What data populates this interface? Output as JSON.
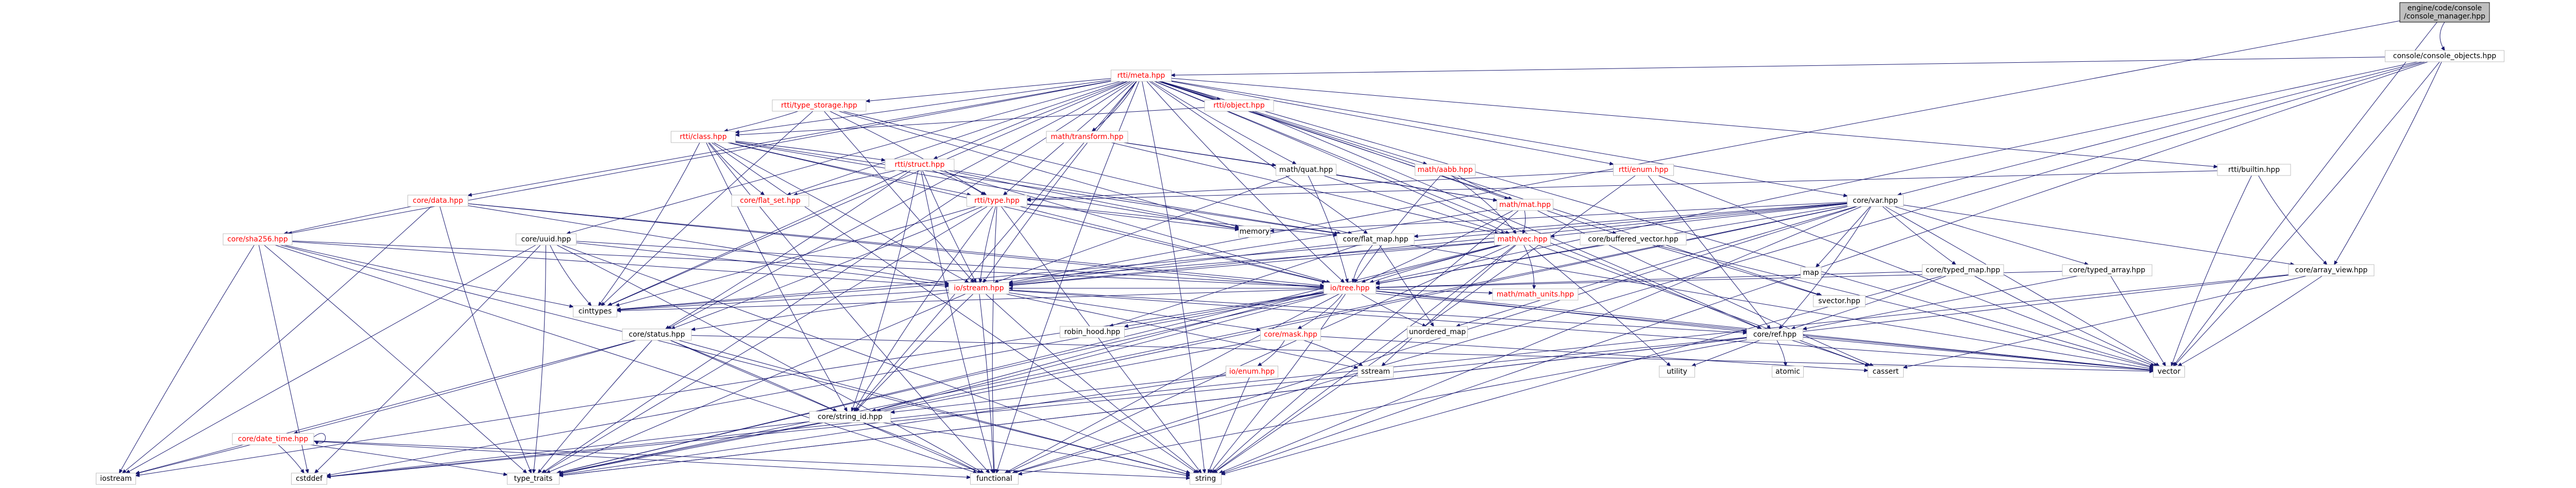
{
  "diagram": {
    "colors": {
      "edge": "#191970",
      "node_fill": "#ffffff",
      "node_stroke": "#bfbfbf",
      "root_fill": "#bfbfbf",
      "root_stroke": "#000000",
      "red_label": "#ff0000",
      "black_label": "#000000"
    },
    "nodes": [
      {
        "id": "root",
        "label": [
          "engine/code/console",
          "/console_manager.hpp"
        ],
        "kind": "root"
      },
      {
        "id": "console_objects",
        "label": [
          "console/console_objects.hpp"
        ],
        "kind": "black"
      },
      {
        "id": "rtti_meta",
        "label": [
          "rtti/meta.hpp"
        ],
        "kind": "red"
      },
      {
        "id": "type_storage",
        "label": [
          "rtti/type_storage.hpp"
        ],
        "kind": "red"
      },
      {
        "id": "rtti_object",
        "label": [
          "rtti/object.hpp"
        ],
        "kind": "red"
      },
      {
        "id": "rtti_class",
        "label": [
          "rtti/class.hpp"
        ],
        "kind": "red"
      },
      {
        "id": "math_transform",
        "label": [
          "math/transform.hpp"
        ],
        "kind": "red"
      },
      {
        "id": "rtti_struct",
        "label": [
          "rtti/struct.hpp"
        ],
        "kind": "red"
      },
      {
        "id": "math_quat",
        "label": [
          "math/quat.hpp"
        ],
        "kind": "black"
      },
      {
        "id": "math_aabb",
        "label": [
          "math/aabb.hpp"
        ],
        "kind": "red"
      },
      {
        "id": "rtti_enum",
        "label": [
          "rtti/enum.hpp"
        ],
        "kind": "red"
      },
      {
        "id": "rtti_builtin",
        "label": [
          "rtti/builtin.hpp"
        ],
        "kind": "black"
      },
      {
        "id": "core_data",
        "label": [
          "core/data.hpp"
        ],
        "kind": "red"
      },
      {
        "id": "core_flat_set",
        "label": [
          "core/flat_set.hpp"
        ],
        "kind": "red"
      },
      {
        "id": "rtti_type",
        "label": [
          "rtti/type.hpp"
        ],
        "kind": "red"
      },
      {
        "id": "math_mat",
        "label": [
          "math/mat.hpp"
        ],
        "kind": "red"
      },
      {
        "id": "core_var",
        "label": [
          "core/var.hpp"
        ],
        "kind": "black"
      },
      {
        "id": "core_sha256",
        "label": [
          "core/sha256.hpp"
        ],
        "kind": "red"
      },
      {
        "id": "core_uuid",
        "label": [
          "core/uuid.hpp"
        ],
        "kind": "black"
      },
      {
        "id": "memory",
        "label": [
          "memory"
        ],
        "kind": "black"
      },
      {
        "id": "core_flat_map",
        "label": [
          "core/flat_map.hpp"
        ],
        "kind": "black"
      },
      {
        "id": "math_vec",
        "label": [
          "math/vec.hpp"
        ],
        "kind": "red"
      },
      {
        "id": "core_buffered_vector",
        "label": [
          "core/buffered_vector.hpp"
        ],
        "kind": "black"
      },
      {
        "id": "map",
        "label": [
          "map"
        ],
        "kind": "black"
      },
      {
        "id": "core_typed_map",
        "label": [
          "core/typed_map.hpp"
        ],
        "kind": "black"
      },
      {
        "id": "core_typed_array",
        "label": [
          "core/typed_array.hpp"
        ],
        "kind": "black"
      },
      {
        "id": "core_array_view",
        "label": [
          "core/array_view.hpp"
        ],
        "kind": "black"
      },
      {
        "id": "io_stream",
        "label": [
          "io/stream.hpp"
        ],
        "kind": "red"
      },
      {
        "id": "io_tree",
        "label": [
          "io/tree.hpp"
        ],
        "kind": "red"
      },
      {
        "id": "math_math_units",
        "label": [
          "math/math_units.hpp"
        ],
        "kind": "red"
      },
      {
        "id": "svector",
        "label": [
          "svector.hpp"
        ],
        "kind": "black"
      },
      {
        "id": "cinttypes",
        "label": [
          "cinttypes"
        ],
        "kind": "black"
      },
      {
        "id": "core_status",
        "label": [
          "core/status.hpp"
        ],
        "kind": "black"
      },
      {
        "id": "robin_hood",
        "label": [
          "robin_hood.hpp"
        ],
        "kind": "black"
      },
      {
        "id": "unordered_map",
        "label": [
          "unordered_map"
        ],
        "kind": "black"
      },
      {
        "id": "core_mask",
        "label": [
          "core/mask.hpp"
        ],
        "kind": "red"
      },
      {
        "id": "core_ref",
        "label": [
          "core/ref.hpp"
        ],
        "kind": "black"
      },
      {
        "id": "vector",
        "label": [
          "vector"
        ],
        "kind": "black"
      },
      {
        "id": "utility",
        "label": [
          "utility"
        ],
        "kind": "black"
      },
      {
        "id": "atomic",
        "label": [
          "atomic"
        ],
        "kind": "black"
      },
      {
        "id": "cassert",
        "label": [
          "cassert"
        ],
        "kind": "black"
      },
      {
        "id": "sstream",
        "label": [
          "sstream"
        ],
        "kind": "black"
      },
      {
        "id": "io_enum",
        "label": [
          "io/enum.hpp"
        ],
        "kind": "red"
      },
      {
        "id": "core_string_id",
        "label": [
          "core/string_id.hpp"
        ],
        "kind": "black"
      },
      {
        "id": "core_date_time",
        "label": [
          "core/date_time.hpp"
        ],
        "kind": "red"
      },
      {
        "id": "iostream",
        "label": [
          "iostream"
        ],
        "kind": "black"
      },
      {
        "id": "cstddef",
        "label": [
          "cstddef"
        ],
        "kind": "black"
      },
      {
        "id": "type_traits",
        "label": [
          "type_traits"
        ],
        "kind": "black"
      },
      {
        "id": "functional",
        "label": [
          "functional"
        ],
        "kind": "black"
      },
      {
        "id": "string",
        "label": [
          "string"
        ],
        "kind": "black"
      }
    ],
    "edges": [
      [
        "root",
        "console_objects"
      ],
      [
        "root",
        "io_stream"
      ],
      [
        "root",
        "vector"
      ],
      [
        "console_objects",
        "rtti_meta"
      ],
      [
        "console_objects",
        "core_var"
      ],
      [
        "console_objects",
        "core_array_view"
      ],
      [
        "console_objects",
        "vector"
      ],
      [
        "console_objects",
        "string"
      ],
      [
        "console_objects",
        "functional"
      ],
      [
        "console_objects",
        "io_tree"
      ],
      [
        "rtti_meta",
        "type_storage"
      ],
      [
        "rtti_meta",
        "rtti_object"
      ],
      [
        "rtti_meta",
        "rtti_class"
      ],
      [
        "rtti_meta",
        "math_transform"
      ],
      [
        "rtti_meta",
        "rtti_struct"
      ],
      [
        "rtti_meta",
        "math_quat"
      ],
      [
        "rtti_meta",
        "math_aabb"
      ],
      [
        "rtti_meta",
        "rtti_enum"
      ],
      [
        "rtti_meta",
        "rtti_builtin"
      ],
      [
        "rtti_meta",
        "core_data"
      ],
      [
        "rtti_meta",
        "core_var"
      ],
      [
        "rtti_meta",
        "core_sha256"
      ],
      [
        "rtti_meta",
        "core_uuid"
      ],
      [
        "rtti_meta",
        "core_buffered_vector"
      ],
      [
        "rtti_meta",
        "rtti_type"
      ],
      [
        "rtti_meta",
        "core_flat_map"
      ],
      [
        "rtti_meta",
        "math_mat"
      ],
      [
        "rtti_meta",
        "math_vec"
      ],
      [
        "rtti_meta",
        "io_tree"
      ],
      [
        "rtti_meta",
        "io_stream"
      ],
      [
        "rtti_meta",
        "core_status"
      ],
      [
        "rtti_meta",
        "core_string_id"
      ],
      [
        "rtti_meta",
        "core_ref"
      ],
      [
        "rtti_meta",
        "vector"
      ],
      [
        "rtti_meta",
        "string"
      ],
      [
        "rtti_meta",
        "functional"
      ],
      [
        "rtti_meta",
        "type_traits"
      ],
      [
        "rtti_meta",
        "cinttypes"
      ],
      [
        "rtti_meta",
        "core_flat_set"
      ],
      [
        "rtti_meta",
        "svector"
      ],
      [
        "type_storage",
        "rtti_class"
      ],
      [
        "type_storage",
        "rtti_type"
      ],
      [
        "type_storage",
        "core_flat_map"
      ],
      [
        "type_storage",
        "memory"
      ],
      [
        "type_storage",
        "cinttypes"
      ],
      [
        "type_storage",
        "io_stream"
      ],
      [
        "rtti_object",
        "rtti_class"
      ],
      [
        "rtti_object",
        "core_ref"
      ],
      [
        "rtti_class",
        "rtti_struct"
      ],
      [
        "rtti_class",
        "rtti_type"
      ],
      [
        "rtti_class",
        "core_flat_set"
      ],
      [
        "rtti_class",
        "core_flat_map"
      ],
      [
        "rtti_class",
        "memory"
      ],
      [
        "rtti_class",
        "io_stream"
      ],
      [
        "rtti_class",
        "io_tree"
      ],
      [
        "rtti_class",
        "cinttypes"
      ],
      [
        "rtti_class",
        "functional"
      ],
      [
        "rtti_class",
        "core_string_id"
      ],
      [
        "rtti_class",
        "string"
      ],
      [
        "math_transform",
        "math_quat"
      ],
      [
        "math_transform",
        "math_vec"
      ],
      [
        "math_transform",
        "math_mat"
      ],
      [
        "rtti_struct",
        "rtti_type"
      ],
      [
        "rtti_struct",
        "core_flat_map"
      ],
      [
        "rtti_struct",
        "core_flat_set"
      ],
      [
        "rtti_struct",
        "io_stream"
      ],
      [
        "rtti_struct",
        "io_tree"
      ],
      [
        "rtti_struct",
        "cinttypes"
      ],
      [
        "rtti_struct",
        "core_status"
      ],
      [
        "rtti_struct",
        "core_string_id"
      ],
      [
        "rtti_struct",
        "memory"
      ],
      [
        "rtti_struct",
        "functional"
      ],
      [
        "math_quat",
        "math_vec"
      ],
      [
        "math_quat",
        "math_mat"
      ],
      [
        "math_quat",
        "io_stream"
      ],
      [
        "math_quat",
        "io_tree"
      ],
      [
        "math_aabb",
        "math_vec"
      ],
      [
        "math_aabb",
        "math_mat"
      ],
      [
        "math_aabb",
        "io_tree"
      ],
      [
        "rtti_enum",
        "rtti_type"
      ],
      [
        "rtti_enum",
        "core_ref"
      ],
      [
        "rtti_enum",
        "vector"
      ],
      [
        "rtti_enum",
        "string"
      ],
      [
        "rtti_builtin",
        "rtti_type"
      ],
      [
        "rtti_builtin",
        "core_array_view"
      ],
      [
        "rtti_builtin",
        "vector"
      ],
      [
        "core_data",
        "core_sha256"
      ],
      [
        "core_data",
        "io_stream"
      ],
      [
        "core_data",
        "io_tree"
      ],
      [
        "core_data",
        "vector"
      ],
      [
        "core_data",
        "iostream"
      ],
      [
        "core_data",
        "type_traits"
      ],
      [
        "rtti_type",
        "core_flat_map"
      ],
      [
        "rtti_type",
        "io_stream"
      ],
      [
        "rtti_type",
        "io_tree"
      ],
      [
        "rtti_type",
        "memory"
      ],
      [
        "rtti_type",
        "cinttypes"
      ],
      [
        "rtti_type",
        "core_status"
      ],
      [
        "rtti_type",
        "core_string_id"
      ],
      [
        "rtti_type",
        "functional"
      ],
      [
        "rtti_type",
        "string"
      ],
      [
        "rtti_type",
        "type_traits"
      ],
      [
        "math_mat",
        "math_vec"
      ],
      [
        "math_mat",
        "io_tree"
      ],
      [
        "math_mat",
        "io_stream"
      ],
      [
        "math_mat",
        "cassert"
      ],
      [
        "math_mat",
        "string"
      ],
      [
        "core_var",
        "core_typed_map"
      ],
      [
        "core_var",
        "core_typed_array"
      ],
      [
        "core_var",
        "core_array_view"
      ],
      [
        "core_var",
        "core_flat_map"
      ],
      [
        "core_var",
        "core_ref"
      ],
      [
        "core_var",
        "io_tree"
      ],
      [
        "core_var",
        "io_stream"
      ],
      [
        "core_var",
        "math_vec"
      ],
      [
        "core_var",
        "map"
      ],
      [
        "core_var",
        "vector"
      ],
      [
        "core_var",
        "string"
      ],
      [
        "core_var",
        "cinttypes"
      ],
      [
        "core_var",
        "unordered_map"
      ],
      [
        "core_var",
        "type_traits"
      ],
      [
        "core_var",
        "functional"
      ],
      [
        "core_var",
        "core_string_id"
      ],
      [
        "core_var",
        "memory"
      ],
      [
        "core_sha256",
        "io_stream"
      ],
      [
        "core_sha256",
        "io_tree"
      ],
      [
        "core_sha256",
        "cinttypes"
      ],
      [
        "core_sha256",
        "string"
      ],
      [
        "core_sha256",
        "iostream"
      ],
      [
        "core_sha256",
        "cstddef"
      ],
      [
        "core_sha256",
        "type_traits"
      ],
      [
        "core_sha256",
        "functional"
      ],
      [
        "core_uuid",
        "io_stream"
      ],
      [
        "core_uuid",
        "io_tree"
      ],
      [
        "core_uuid",
        "cinttypes"
      ],
      [
        "core_uuid",
        "string"
      ],
      [
        "core_uuid",
        "iostream"
      ],
      [
        "core_uuid",
        "cstddef"
      ],
      [
        "core_uuid",
        "type_traits"
      ],
      [
        "core_uuid",
        "functional"
      ],
      [
        "core_flat_map",
        "io_stream"
      ],
      [
        "core_flat_map",
        "io_tree"
      ],
      [
        "core_flat_map",
        "vector"
      ],
      [
        "core_flat_map",
        "unordered_map"
      ],
      [
        "core_flat_map",
        "robin_hood"
      ],
      [
        "math_vec",
        "math_math_units"
      ],
      [
        "math_vec",
        "io_stream"
      ],
      [
        "math_vec",
        "io_tree"
      ],
      [
        "math_vec",
        "cinttypes"
      ],
      [
        "math_vec",
        "sstream"
      ],
      [
        "math_vec",
        "cassert"
      ],
      [
        "math_vec",
        "utility"
      ],
      [
        "math_vec",
        "string"
      ],
      [
        "math_vec",
        "type_traits"
      ],
      [
        "math_vec",
        "core_string_id"
      ],
      [
        "math_vec",
        "functional"
      ],
      [
        "core_buffered_vector",
        "vector"
      ],
      [
        "core_buffered_vector",
        "io_tree"
      ],
      [
        "core_buffered_vector",
        "svector"
      ],
      [
        "core_typed_map",
        "core_ref"
      ],
      [
        "core_typed_map",
        "io_tree"
      ],
      [
        "core_typed_map",
        "vector"
      ],
      [
        "core_typed_map",
        "string"
      ],
      [
        "core_typed_array",
        "core_ref"
      ],
      [
        "core_typed_array",
        "vector"
      ],
      [
        "core_typed_array",
        "io_tree"
      ],
      [
        "core_array_view",
        "vector"
      ],
      [
        "core_array_view",
        "cassert"
      ],
      [
        "core_array_view",
        "cstddef"
      ],
      [
        "core_array_view",
        "type_traits"
      ],
      [
        "io_stream",
        "cinttypes"
      ],
      [
        "io_stream",
        "core_status"
      ],
      [
        "io_stream",
        "core_mask"
      ],
      [
        "io_stream",
        "core_ref"
      ],
      [
        "io_stream",
        "vector"
      ],
      [
        "io_stream",
        "string"
      ],
      [
        "io_stream",
        "sstream"
      ],
      [
        "io_stream",
        "core_string_id"
      ],
      [
        "io_stream",
        "type_traits"
      ],
      [
        "io_stream",
        "functional"
      ],
      [
        "io_tree",
        "io_stream"
      ],
      [
        "io_tree",
        "core_mask"
      ],
      [
        "io_tree",
        "core_ref"
      ],
      [
        "io_tree",
        "unordered_map"
      ],
      [
        "io_tree",
        "robin_hood"
      ],
      [
        "io_tree",
        "cinttypes"
      ],
      [
        "io_tree",
        "vector"
      ],
      [
        "io_tree",
        "string"
      ],
      [
        "io_tree",
        "core_string_id"
      ],
      [
        "io_tree",
        "type_traits"
      ],
      [
        "io_tree",
        "functional"
      ],
      [
        "io_tree",
        "iostream"
      ],
      [
        "io_tree",
        "cstddef"
      ],
      [
        "io_tree",
        "math_math_units"
      ],
      [
        "core_status",
        "core_string_id"
      ],
      [
        "core_status",
        "core_date_time"
      ],
      [
        "core_status",
        "string"
      ],
      [
        "core_status",
        "vector"
      ],
      [
        "core_status",
        "type_traits"
      ],
      [
        "core_status",
        "functional"
      ],
      [
        "core_status",
        "iostream"
      ],
      [
        "core_mask",
        "io_enum"
      ],
      [
        "core_mask",
        "sstream"
      ],
      [
        "core_mask",
        "type_traits"
      ],
      [
        "core_mask",
        "cassert"
      ],
      [
        "core_ref",
        "vector"
      ],
      [
        "core_ref",
        "utility"
      ],
      [
        "core_ref",
        "atomic"
      ],
      [
        "core_ref",
        "cassert"
      ],
      [
        "core_ref",
        "type_traits"
      ],
      [
        "core_ref",
        "functional"
      ],
      [
        "core_ref",
        "cstddef"
      ],
      [
        "io_enum",
        "core_string_id"
      ],
      [
        "io_enum",
        "string"
      ],
      [
        "io_enum",
        "type_traits"
      ],
      [
        "core_string_id",
        "string"
      ],
      [
        "core_string_id",
        "functional"
      ],
      [
        "core_string_id",
        "type_traits"
      ],
      [
        "core_string_id",
        "cstddef"
      ],
      [
        "core_date_time",
        "core_date_time"
      ],
      [
        "core_date_time",
        "iostream"
      ],
      [
        "core_date_time",
        "cstddef"
      ],
      [
        "core_date_time",
        "type_traits"
      ],
      [
        "core_date_time",
        "string"
      ],
      [
        "core_date_time",
        "functional"
      ]
    ]
  }
}
